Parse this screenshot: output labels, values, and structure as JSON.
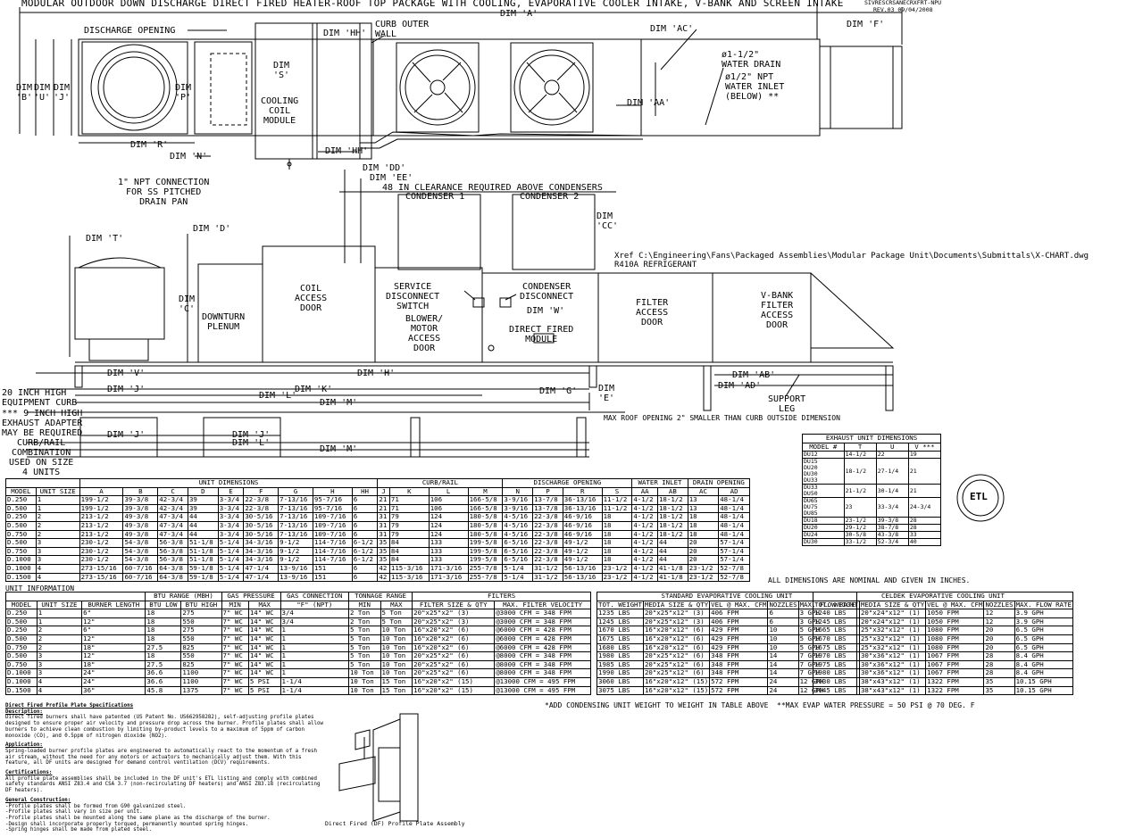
{
  "title": "MODULAR OUTDOOR DOWN DISCHARGE DIRECT FIRED HEATER-ROOF TOP PACKAGE WITH COOLING, EVAPORATIVE COOLER INTAKE, V-BANK AND SCREEN INTAKE",
  "rev": {
    "file": "SIVRESCRSANECRXFRT-NPU",
    "rev": "REV.03",
    "date": "09/04/2008"
  },
  "plan_labels": {
    "dim_a": "DIM 'A'",
    "dim_f": "DIM 'F'",
    "discharge_opening": "DISCHARGE OPENING",
    "dim_hh": "DIM 'HH'",
    "curb_outer_wall": "CURB OUTER\nWALL",
    "dim_ac": "DIM 'AC'",
    "water_drain": "ø1-1/2\"\nWATER DRAIN",
    "water_inlet": "ø1/2\" NPT\nWATER INLET\n(BELOW) **",
    "dim_aa": "DIM 'AA'",
    "dim_b": "DIM\n'B'",
    "dim_u": "DIM\n'U'",
    "dim_j": "DIM\n'J'",
    "dim_p": "DIM\n'P'",
    "dim_s": "DIM\n'S'",
    "cooling_coil": "COOLING\nCOIL\nMODULE",
    "dim_r": "DIM 'R'",
    "dim_n": "DIM 'N'",
    "dim_hh2": "DIM 'HH'",
    "drain_conn": "1\" NPT CONNECTION\nFOR SS PITCHED\nDRAIN PAN",
    "dim_dd": "DIM 'DD'",
    "dim_ee": "DIM 'EE'",
    "clearance": "48 IN CLEARANCE REQUIRED ABOVE CONDENSERS"
  },
  "elev_labels": {
    "condenser1": "CONDENSER 1",
    "condenser2": "CONDENSER 2",
    "dim_cc": "DIM\n'CC'",
    "dim_t": "DIM 'T'",
    "dim_d": "DIM 'D'",
    "dim_c": "DIM\n'C'",
    "xref": "Xref C:\\Engineering\\Fans\\Packaged Assemblies\\Modular Package Unit\\Documents\\Submittals\\X-CHART.dwg",
    "refrigerant": "R410A REFRIGERANT",
    "downturn": "DOWNTURN\nPLENUM",
    "coil_door": "COIL\nACCESS\nDOOR",
    "service": "SERVICE\nDISCONNECT\nSWITCH",
    "blower": "BLOWER/\nMOTOR\nACCESS\nDOOR",
    "condenser_disc": "CONDENSER\nDISCONNECT",
    "dim_w": "DIM 'W'",
    "df_module": "DIRECT FIRED\nMODULE",
    "filter_door": "FILTER\nACCESS\nDOOR",
    "vbank": "V-BANK\nFILTER\nACCESS\nDOOR",
    "dim_v": "DIM 'V'",
    "dim_h": "DIM 'H'",
    "dim_j": "DIM 'J'",
    "dim_k": "DIM 'K'",
    "dim_l": "DIM 'L'",
    "dim_m": "DIM 'M'",
    "dim_g": "DIM 'G'",
    "dim_e": "DIM\n'E'",
    "dim_ab": "DIM 'AB'",
    "dim_ad": "DIM 'AD'",
    "support": "SUPPORT\nLEG",
    "curb20": "20 INCH HIGH\nEQUIPMENT CURB",
    "exhaust_note": "*** 9 INCH HIGH\nEXHAUST ADAPTER\nMAY BE REQUIRED",
    "max_roof": "MAX ROOF OPENING 2\" SMALLER THAN CURB OUTSIDE DIMENSION",
    "curb_combo": "CURB/RAIL\nCOMBINATION\nUSED ON SIZE\n4 UNITS",
    "dim_j2": "DIM 'J'",
    "dim_j3": "DIM 'J'",
    "dim_l2": "DIM 'L'",
    "dim_m2": "DIM 'M'"
  },
  "exhaust_table": {
    "title": "EXHAUST UNIT DIMENSIONS",
    "headers": [
      "MODEL #",
      "T",
      "U",
      "V ***"
    ],
    "rows": [
      [
        "DU12",
        "14-1/2",
        "22",
        "19"
      ],
      [
        "DU15\nDU20\nDU30\nDU33",
        "18-1/2",
        "27-1/4",
        "21"
      ],
      [
        "DU33\nDU50",
        "21-1/2",
        "30-1/4",
        "21"
      ],
      [
        "DU65\nDU75\nDU85",
        "23",
        "33-3/4",
        "24-3/4"
      ],
      [
        "DU18",
        "23-1/2",
        "39-3/8",
        "28"
      ],
      [
        "DU20",
        "29-1/2",
        "38-7/8",
        "28"
      ],
      [
        "DU24",
        "30-5/8",
        "43-3/8",
        "33"
      ],
      [
        "DU30",
        "33-1/2",
        "52-3/4",
        "40"
      ]
    ]
  },
  "nominal_note": "ALL DIMENSIONS ARE NOMINAL AND GIVEN IN INCHES.",
  "dim_table": {
    "title": "UNIT DIMENSIONS",
    "groups": [
      "UNIT DIMENSIONS",
      "CURB/RAIL",
      "DISCHARGE OPENING",
      "WATER INLET",
      "DRAIN OPENING"
    ],
    "headers": [
      "MODEL",
      "UNIT SIZE",
      "A",
      "B",
      "C",
      "D",
      "E",
      "F",
      "G",
      "H",
      "HH",
      "J",
      "K",
      "L",
      "M",
      "N",
      "P",
      "R",
      "S",
      "AA",
      "AB",
      "AC",
      "AD"
    ],
    "rows": [
      [
        "D.250",
        "1",
        "199-1/2",
        "39-3/8",
        "42-3/4",
        "39",
        "3-3/4",
        "22-3/8",
        "7-13/16",
        "95-7/16",
        "6",
        "21",
        "71",
        "106",
        "166-5/8",
        "3-9/16",
        "13-7/8",
        "36-13/16",
        "11-1/2",
        "4-1/2",
        "18-1/2",
        "13",
        "48-1/4"
      ],
      [
        "D.500",
        "1",
        "199-1/2",
        "39-3/8",
        "42-3/4",
        "39",
        "3-3/4",
        "22-3/8",
        "7-13/16",
        "95-7/16",
        "6",
        "21",
        "71",
        "106",
        "166-5/8",
        "3-9/16",
        "13-7/8",
        "36-13/16",
        "11-1/2",
        "4-1/2",
        "18-1/2",
        "13",
        "48-1/4"
      ],
      [
        "D.250",
        "2",
        "213-1/2",
        "49-3/8",
        "47-3/4",
        "44",
        "3-3/4",
        "30-5/16",
        "7-13/16",
        "109-7/16",
        "6",
        "31",
        "79",
        "124",
        "180-5/8",
        "4-5/16",
        "22-3/8",
        "46-9/16",
        "18",
        "4-1/2",
        "18-1/2",
        "18",
        "48-1/4"
      ],
      [
        "D.500",
        "2",
        "213-1/2",
        "49-3/8",
        "47-3/4",
        "44",
        "3-3/4",
        "30-5/16",
        "7-13/16",
        "109-7/16",
        "6",
        "31",
        "79",
        "124",
        "180-5/8",
        "4-5/16",
        "22-3/8",
        "46-9/16",
        "18",
        "4-1/2",
        "18-1/2",
        "18",
        "48-1/4"
      ],
      [
        "D.750",
        "2",
        "213-1/2",
        "49-3/8",
        "47-3/4",
        "44",
        "3-3/4",
        "30-5/16",
        "7-13/16",
        "109-7/16",
        "6",
        "31",
        "79",
        "124",
        "180-5/8",
        "4-5/16",
        "22-3/8",
        "46-9/16",
        "18",
        "4-1/2",
        "18-1/2",
        "18",
        "48-1/4"
      ],
      [
        "D.500",
        "3",
        "230-1/2",
        "54-3/8",
        "56-3/8",
        "51-1/8",
        "5-1/4",
        "34-3/16",
        "9-1/2",
        "114-7/16",
        "6-1/2",
        "35",
        "84",
        "133",
        "199-5/8",
        "6-5/16",
        "22-3/8",
        "49-1/2",
        "18",
        "4-1/2",
        "44",
        "20",
        "57-1/4"
      ],
      [
        "D.750",
        "3",
        "230-1/2",
        "54-3/8",
        "56-3/8",
        "51-1/8",
        "5-1/4",
        "34-3/16",
        "9-1/2",
        "114-7/16",
        "6-1/2",
        "35",
        "84",
        "133",
        "199-5/8",
        "6-5/16",
        "22-3/8",
        "49-1/2",
        "18",
        "4-1/2",
        "44",
        "20",
        "57-1/4"
      ],
      [
        "D.1000",
        "3",
        "230-1/2",
        "54-3/8",
        "56-3/8",
        "51-1/8",
        "5-1/4",
        "34-3/16",
        "9-1/2",
        "114-7/16",
        "6-1/2",
        "35",
        "84",
        "133",
        "199-5/8",
        "6-5/16",
        "22-3/8",
        "49-1/2",
        "18",
        "4-1/2",
        "44",
        "20",
        "57-1/4"
      ],
      [
        "D.1000",
        "4",
        "273-15/16",
        "60-7/16",
        "64-3/8",
        "59-1/8",
        "5-1/4",
        "47-1/4",
        "13-9/16",
        "151",
        "6",
        "42",
        "115-3/16",
        "171-3/16",
        "255-7/8",
        "5-1/4",
        "31-1/2",
        "56-13/16",
        "23-1/2",
        "4-1/2",
        "41-1/8",
        "23-1/2",
        "52-7/8"
      ],
      [
        "D.1500",
        "4",
        "273-15/16",
        "60-7/16",
        "64-3/8",
        "59-1/8",
        "5-1/4",
        "47-1/4",
        "13-9/16",
        "151",
        "6",
        "42",
        "115-3/16",
        "171-3/16",
        "255-7/8",
        "5-1/4",
        "31-1/2",
        "56-13/16",
        "23-1/2",
        "4-1/2",
        "41-1/8",
        "23-1/2",
        "52-7/8"
      ]
    ]
  },
  "unit_info": {
    "title": "UNIT INFORMATION",
    "groups": [
      "BTU RANGE (MBH)",
      "GAS PRESSURE",
      "GAS CONNECTION",
      "TONNAGE RANGE",
      "FILTERS"
    ],
    "headers": [
      "MODEL",
      "UNIT SIZE",
      "BURNER LENGTH",
      "BTU LOW",
      "BTU HIGH",
      "MIN",
      "MAX",
      "\"F\" (NPT)",
      "MIN",
      "MAX",
      "FILTER SIZE & QTY",
      "MAX. FILTER VELOCITY"
    ],
    "rows": [
      [
        "D.250",
        "1",
        "6\"",
        "18",
        "275",
        "7\" WC",
        "14\" WC",
        "3/4",
        "2 Ton",
        "5 Ton",
        "20\"x25\"x2\" (3)",
        "@3000 CFM = 348 FPM"
      ],
      [
        "D.500",
        "1",
        "12\"",
        "18",
        "550",
        "7\" WC",
        "14\" WC",
        "3/4",
        "2 Ton",
        "5 Ton",
        "20\"x25\"x2\" (3)",
        "@3000 CFM = 348 FPM"
      ],
      [
        "D.250",
        "2",
        "6\"",
        "18",
        "275",
        "7\" WC",
        "14\" WC",
        "1",
        "5 Ton",
        "10 Ton",
        "16\"x20\"x2\" (6)",
        "@6000 CFM = 428 FPM"
      ],
      [
        "D.500",
        "2",
        "12\"",
        "18",
        "550",
        "7\" WC",
        "14\" WC",
        "1",
        "5 Ton",
        "10 Ton",
        "16\"x20\"x2\" (6)",
        "@6000 CFM = 428 FPM"
      ],
      [
        "D.750",
        "2",
        "18\"",
        "27.5",
        "825",
        "7\" WC",
        "14\" WC",
        "1",
        "5 Ton",
        "10 Ton",
        "16\"x20\"x2\" (6)",
        "@6000 CFM = 428 FPM"
      ],
      [
        "D.500",
        "3",
        "12\"",
        "18",
        "550",
        "7\" WC",
        "14\" WC",
        "1",
        "5 Ton",
        "10 Ton",
        "20\"x25\"x2\" (6)",
        "@8000 CFM = 348 FPM"
      ],
      [
        "D.750",
        "3",
        "18\"",
        "27.5",
        "825",
        "7\" WC",
        "14\" WC",
        "1",
        "5 Ton",
        "10 Ton",
        "20\"x25\"x2\" (6)",
        "@8000 CFM = 348 FPM"
      ],
      [
        "D.1000",
        "3",
        "24\"",
        "36.6",
        "1100",
        "7\" WC",
        "14\" WC",
        "1",
        "10 Ton",
        "10 Ton",
        "20\"x25\"x2\" (6)",
        "@8000 CFM = 348 FPM"
      ],
      [
        "D.1000",
        "4",
        "24\"",
        "36.6",
        "1100",
        "7\" WC",
        "5 PSI",
        "1-1/4",
        "10 Ton",
        "15 Ton",
        "16\"x20\"x2\" (15)",
        "@13000 CFM = 495 FPM"
      ],
      [
        "D.1500",
        "4",
        "36\"",
        "45.8",
        "1375",
        "7\" WC",
        "5 PSI",
        "1-1/4",
        "10 Ton",
        "15 Ton",
        "16\"x20\"x2\" (15)",
        "@13000 CFM = 495 FPM"
      ]
    ]
  },
  "std_evap": {
    "title": "STANDARD EVAPORATIVE COOLING UNIT",
    "headers": [
      "TOT. WEIGHT",
      "MEDIA SIZE & QTY",
      "VEL @ MAX. CFM",
      "NOZZLES",
      "MAX. FLOW RATE"
    ],
    "rows": [
      [
        "1235 LBS",
        "20\"x25\"x12\" (3)",
        "406 FPM",
        "6",
        "3 GPH"
      ],
      [
        "1245 LBS",
        "20\"x25\"x12\" (3)",
        "406 FPM",
        "6",
        "3 GPH"
      ],
      [
        "1670 LBS",
        "16\"x20\"x12\" (6)",
        "429 FPM",
        "10",
        "5 GPH"
      ],
      [
        "1675 LBS",
        "16\"x20\"x12\" (6)",
        "429 FPM",
        "10",
        "5 GPH"
      ],
      [
        "1680 LBS",
        "16\"x20\"x12\" (6)",
        "429 FPM",
        "10",
        "5 GPH"
      ],
      [
        "1980 LBS",
        "20\"x25\"x12\" (6)",
        "348 FPM",
        "14",
        "7 GPH"
      ],
      [
        "1985 LBS",
        "20\"x25\"x12\" (6)",
        "348 FPM",
        "14",
        "7 GPH"
      ],
      [
        "1990 LBS",
        "20\"x25\"x12\" (6)",
        "348 FPM",
        "14",
        "7 GPH"
      ],
      [
        "3060 LBS",
        "16\"x20\"x12\" (15)",
        "572 FPM",
        "24",
        "12 GPH"
      ],
      [
        "3075 LBS",
        "16\"x20\"x12\" (15)",
        "572 FPM",
        "24",
        "12 GPH"
      ]
    ]
  },
  "celdek": {
    "title": "CELDEK EVAPORATIVE COOLING UNIT",
    "headers": [
      "TOT. WEIGHT",
      "MEDIA SIZE & QTY",
      "VEL @ MAX. CFM",
      "NOZZLES",
      "MAX. FLOW RATE"
    ],
    "rows": [
      [
        "1240 LBS",
        "20\"x24\"x12\" (1)",
        "1050 FPM",
        "12",
        "3.9 GPH"
      ],
      [
        "1245 LBS",
        "20\"x24\"x12\" (1)",
        "1050 FPM",
        "12",
        "3.9 GPH"
      ],
      [
        "1665 LBS",
        "25\"x32\"x12\" (1)",
        "1080 FPM",
        "20",
        "6.5 GPH"
      ],
      [
        "1670 LBS",
        "25\"x32\"x12\" (1)",
        "1080 FPM",
        "20",
        "6.5 GPH"
      ],
      [
        "1675 LBS",
        "25\"x32\"x12\" (1)",
        "1080 FPM",
        "20",
        "6.5 GPH"
      ],
      [
        "1970 LBS",
        "30\"x36\"x12\" (1)",
        "1067 FPM",
        "28",
        "8.4 GPH"
      ],
      [
        "1975 LBS",
        "30\"x36\"x12\" (1)",
        "1067 FPM",
        "28",
        "8.4 GPH"
      ],
      [
        "1980 LBS",
        "30\"x36\"x12\" (1)",
        "1067 FPM",
        "28",
        "8.4 GPH"
      ],
      [
        "3030 LBS",
        "38\"x43\"x12\" (1)",
        "1322 FPM",
        "35",
        "10.15 GPH"
      ],
      [
        "3045 LBS",
        "38\"x43\"x12\" (1)",
        "1322 FPM",
        "35",
        "10.15 GPH"
      ]
    ]
  },
  "footnote1": "*ADD CONDENSING UNIT WEIGHT TO WEIGHT IN TABLE ABOVE",
  "footnote2": "**MAX EVAP WATER PRESSURE = 50 PSI @ 70 DEG. F",
  "notes": {
    "title": "Direct Fired Profile Plate Specifications",
    "description_h": "Description:",
    "description": "Direct fired burners shall have patented (US Patent No. US662958282), self-adjusting profile plates designed to ensure proper air velocity and pressure drop across the burner. Profile plates shall allow burners to achieve clean combustion by limiting by-product levels to a maximum of 5ppm of carbon monoxide (CO), and 0.5ppm of nitrogen dioxide (NO2).",
    "application_h": "Application:",
    "application": "Spring-loaded burner profile plates are engineered to automatically react to the momentum of a fresh air stream, without the need for any motors or actuators to mechanically adjust them. With this feature, all DF units are designed for demand control ventilation (DCV) requirements.",
    "certifications_h": "Certifications:",
    "certifications": "All profile plate assemblies shall be included in the DF unit's ETL listing and comply with combined safety standards ANSI Z83.4 and CSA 3.7 (non-recirculating DF heaters) and ANSI Z83.18 (recirculating DF heaters).",
    "construction_h": "General Construction:",
    "construction": [
      "-Profile plates shall be formed from G90 galvanized steel.",
      "-Profile plates shall vary in size per unit.",
      "-Profile plates shall be mounted along the same plane as the discharge of the burner.",
      "-Design shall incorporate properly torqued, permanently mounted spring hinges.",
      "-Spring hinges shall be made from plated steel."
    ],
    "caption": "Direct Fired (DF) Profile Plate Assembly"
  },
  "etl": "ETL"
}
